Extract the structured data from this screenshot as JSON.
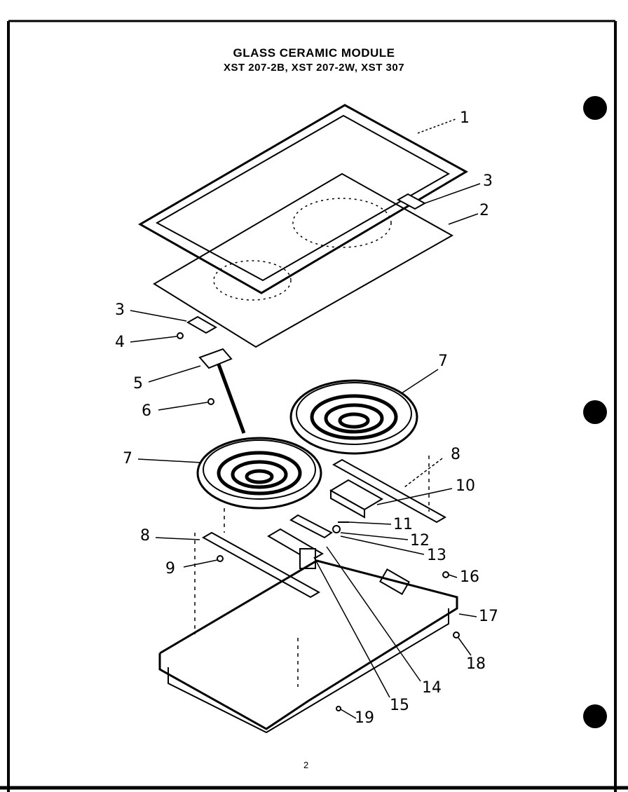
{
  "title": {
    "line1": "GLASS CERAMIC MODULE",
    "line2": "XST 207-2B, XST 207-2W, XST 307"
  },
  "callouts": {
    "c1": "1",
    "c2": "2",
    "c3a": "3",
    "c3b": "3",
    "c4": "4",
    "c5": "5",
    "c6": "6",
    "c7a": "7",
    "c7b": "7",
    "c8a": "8",
    "c8b": "8",
    "c9": "9",
    "c10": "10",
    "c11": "11",
    "c12": "12",
    "c13": "13",
    "c14": "14",
    "c15": "15",
    "c16": "16",
    "c17": "17",
    "c18": "18",
    "c19": "19"
  },
  "page_number": "2",
  "colors": {
    "ink": "#000000",
    "paper": "#ffffff"
  }
}
